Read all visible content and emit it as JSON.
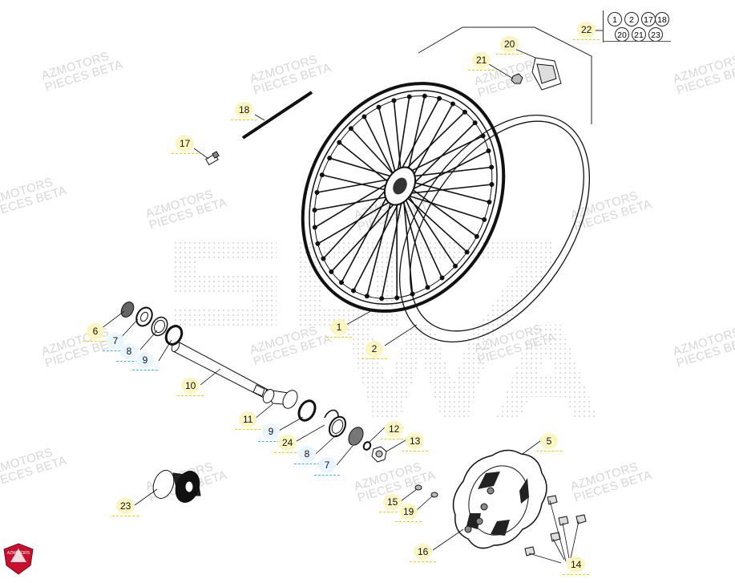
{
  "watermark": {
    "brand": "AZMOTORS",
    "subtitle": "PIECES BETA"
  },
  "kit_group": {
    "label": "22",
    "members_row1": [
      "1",
      "2",
      "17",
      "18"
    ],
    "members_row2": [
      "20",
      "21",
      "23"
    ]
  },
  "callouts": {
    "c22": "22",
    "c20": "20",
    "c21": "21",
    "c18": "18",
    "c17": "17",
    "c1": "1",
    "c2": "2",
    "c6": "6",
    "c7a": "7",
    "c8a": "8",
    "c9a": "9",
    "c10": "10",
    "c11": "11",
    "c9b": "9",
    "c24": "24",
    "c12": "12",
    "c13": "13",
    "c8b": "8",
    "c7b": "7",
    "c5": "5",
    "c23": "23",
    "c15": "15",
    "c19": "19",
    "c16": "16",
    "c14": "14"
  },
  "logo": {
    "text": "AZMOTORS"
  },
  "colors": {
    "callout_fill": "#fbf5c2",
    "callout_blue_fill": "#e9f6ff",
    "watermark": "#d7d7d7",
    "logo_red": "#c8102e"
  }
}
